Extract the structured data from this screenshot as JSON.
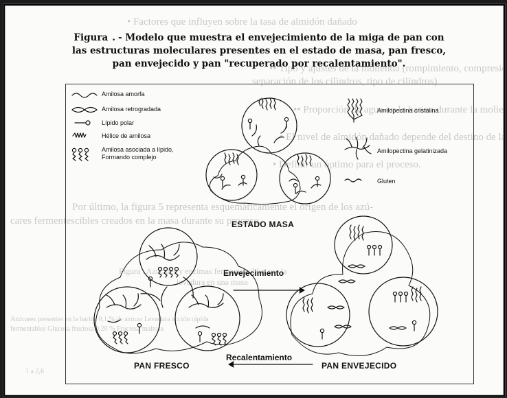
{
  "background_text": [
    "• Factores que influyen sobre la tasa de almidón dañado",
    "•• Tipo y ajustes de la molienda (rompimiento, compresión,",
    "separación de los cilindros, tipo de cilindros)",
    "•• Proporción de agua en la harina durante la molienda",
    "• El nivel de almidón dañado depende del destino de la harina",
    "• Definir un óptimo para el proceso.",
    "Por último, la figura 5 representa esquemáticamente el origen de los azú-",
    "cares fermentescibles creados en la masa durante su proceso.",
    "Figura . Azúcares y enzimas fermentescibles por la",
    "levadura en una masa",
    "Azúcares   presentes en la harina 0,1 % de azúcar   Levadura acción rápida",
    "fermentables   Glucosa fructosa   0,20 %   Fructosa maltosa",
    "1 a 2,6"
  ],
  "title": {
    "label": "Figura",
    "number": ".",
    "text_line1": "- Modelo que muestra el envejecimiento de la miga de pan con",
    "text_line2": "las estructuras moleculares presentes en el estado de masa, pan fresco,",
    "text_line3": "pan envejecido y pan \"recuperado por recalentamiento\"."
  },
  "legend": {
    "left": [
      {
        "label": "Amilosa amorfa",
        "icon": "wavy-line-icon"
      },
      {
        "label": "Amilosa retrogradada",
        "icon": "twisted-chain-icon"
      },
      {
        "label": "Lípido polar",
        "icon": "lollipop-icon"
      },
      {
        "label": "Hélice de amilosa",
        "icon": "helix-icon"
      },
      {
        "label": "Amilosa asociada a lípido,",
        "label2": "Formando complejo",
        "icon": "coil-lollipop-icon"
      }
    ],
    "right": [
      {
        "label": "Amilopectina cristalina",
        "icon": "crystal-cluster-icon"
      },
      {
        "label": "Amilopectina gelatinizada",
        "icon": "branch-tree-icon"
      },
      {
        "label": "Gluten",
        "icon": "gluten-wave-icon"
      }
    ]
  },
  "stages": {
    "dough": "ESTADO MASA",
    "fresh": "PAN FRESCO",
    "stale": "PAN ENVEJECIDO"
  },
  "arrows": {
    "aging": "Envejecimiento",
    "reheating": "Recalentamiento"
  },
  "colors": {
    "ink": "#111111",
    "paper": "#fbfbf9",
    "ghost": "#c9c9c9",
    "frame": "#050505"
  }
}
